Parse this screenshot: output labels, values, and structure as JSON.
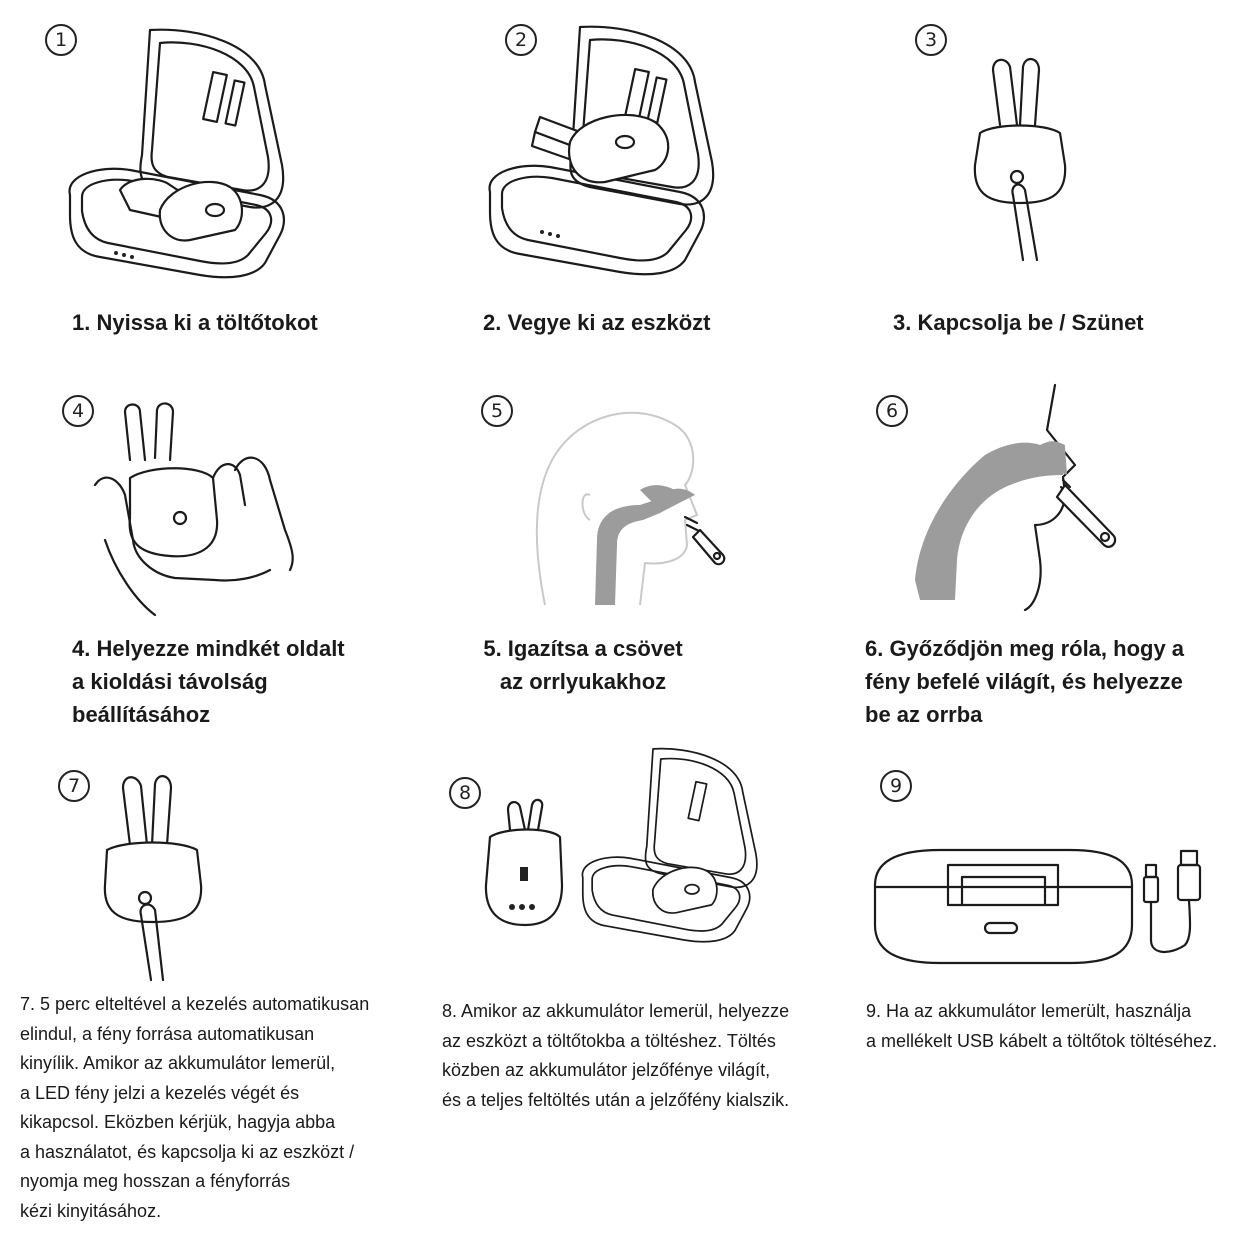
{
  "steps": [
    {
      "num": "1",
      "caption": [
        "1. Nyissa ki a töltőtokot"
      ]
    },
    {
      "num": "2",
      "caption": [
        "2. Vegye ki az eszközt"
      ]
    },
    {
      "num": "3",
      "caption": [
        "3. Kapcsolja be / Szünet"
      ]
    },
    {
      "num": "4",
      "caption": [
        "4. Helyezze mindkét oldalt",
        "a kioldási távolság",
        "beállításához"
      ]
    },
    {
      "num": "5",
      "caption": [
        "5. Igazítsa a csövet",
        "az orrlyukakhoz"
      ]
    },
    {
      "num": "6",
      "caption": [
        "6. Győződjön meg róla, hogy a",
        "fény befelé világít, és helyezze",
        "be az orrba"
      ]
    },
    {
      "num": "7",
      "caption": [
        "7. 5 perc elteltével a kezelés automatikusan",
        "elindul, a fény forrása automatikusan",
        "kinyílik. Amikor az akkumulátor lemerül,",
        "a LED fény jelzi a kezelés végét és",
        "kikapcsol. Eközben kérjük, hagyja abba",
        "a használatot, és kapcsolja ki az eszközt /",
        "nyomja meg hosszan a fényforrás",
        "kézi kinyitásához."
      ]
    },
    {
      "num": "8",
      "caption": [
        "8. Amikor az akkumulátor lemerül, helyezze",
        "az eszközt a töltőtokba a töltéshez. Töltés",
        "közben az akkumulátor jelzőfénye világít,",
        "és a teljes feltöltés után a jelzőfény kialszik."
      ]
    },
    {
      "num": "9",
      "caption": [
        "9.  Ha az akkumulátor lemerült, használja",
        "a mellékelt USB kábelt a töltőtok töltéséhez."
      ]
    }
  ]
}
